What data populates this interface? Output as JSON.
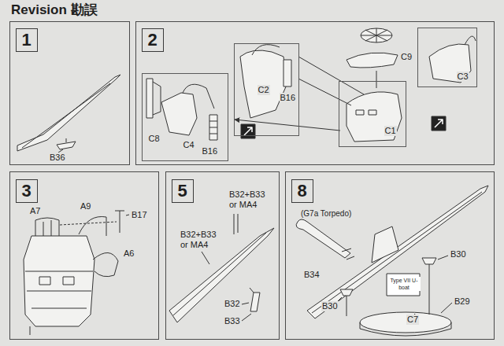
{
  "diagram": {
    "title": "Revision 勘誤",
    "nodes": [
      {
        "text": [
          "1"
        ]
      },
      {
        "text": [
          "2"
        ]
      },
      {
        "text": [
          "C8",
          "C4",
          "B16"
        ],
        "in": 1
      },
      {
        "text": [
          "C2",
          "B16"
        ],
        "in": 1
      },
      {
        "text": [
          "C1"
        ],
        "in": 1
      },
      {
        "text": [
          "C3"
        ],
        "in": 1
      },
      {
        "text": [
          "3"
        ]
      },
      {
        "text": [
          "5"
        ]
      },
      {
        "text": [
          "8"
        ]
      }
    ],
    "labels": [
      "B36",
      "C9",
      "A7",
      "A9",
      "B17",
      "A6",
      "B32+B33 or MA4",
      "B32+B33 or MA4",
      "B32",
      "B33",
      "(G7a Torpedo)",
      "B34",
      "B30",
      "B30",
      "B29",
      "C7",
      "Type VII U-boat"
    ]
  }
}
